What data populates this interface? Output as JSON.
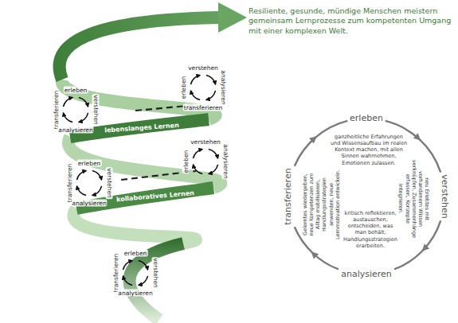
{
  "diagram": {
    "title": "Resiliente, gesunde, mündige Menschen meistern gemeinsam Lernprozesse zum kompetenten Umgang mit einer komplexen Welt.",
    "labels": [
      "transferieren",
      "erleben",
      "verstehen",
      "analysieren",
      "verstehen",
      "analysieren",
      "transferieren",
      "erleben",
      "lebenslanges Lernen",
      "verstehen",
      "analysieren",
      "erleben",
      "erleben",
      "verstehen",
      "analysieren",
      "transferieren",
      "kollaboratives Lernen",
      "transferieren",
      "erleben",
      "verstehen",
      "analysieren",
      "erleben",
      "ganzheitliche Erfahrungen und Wissensaufbau im realen Kontext machen, mit allen Sinnen wahrnehmen, Emotionen zulassen.",
      "verstehen",
      "neu Erlebtes mit vorhandenem Wissen verknüpfen, Zusammenhänge erfassen, Konzepte integrieren.",
      "analysieren",
      "kritisch reflektieren, austauschen, entscheiden, was man behält, Handlungsstrategien erarbeiten.",
      "transferieren",
      "Gelerntes wiedergeben, neue Kompetenzen zum Alltag mobilisieren, Handlungsstrategien anwenden, neue Lernmotivation entwickeln."
    ]
  }
}
